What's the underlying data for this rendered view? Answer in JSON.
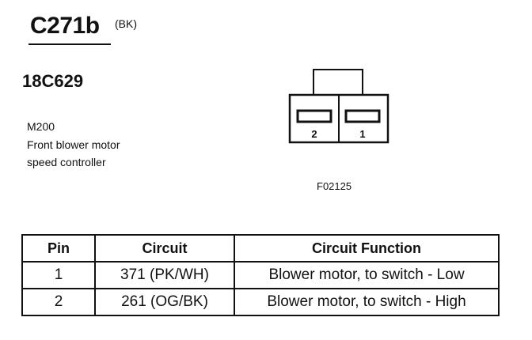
{
  "header": {
    "connector_id": "C271b",
    "color_code": "(BK)",
    "part_number": "18C629"
  },
  "component": {
    "code": "M200",
    "description_line1": "Front blower motor",
    "description_line2": "speed controller"
  },
  "diagram": {
    "figure_code": "F02125",
    "pins": [
      {
        "label": "2"
      },
      {
        "label": "1"
      }
    ]
  },
  "table": {
    "headers": [
      "Pin",
      "Circuit",
      "Circuit Function"
    ],
    "rows": [
      {
        "pin": "1",
        "circuit": "371 (PK/WH)",
        "function": "Blower motor, to switch - Low"
      },
      {
        "pin": "2",
        "circuit": "261 (OG/BK)",
        "function": "Blower motor, to switch - High"
      }
    ]
  }
}
